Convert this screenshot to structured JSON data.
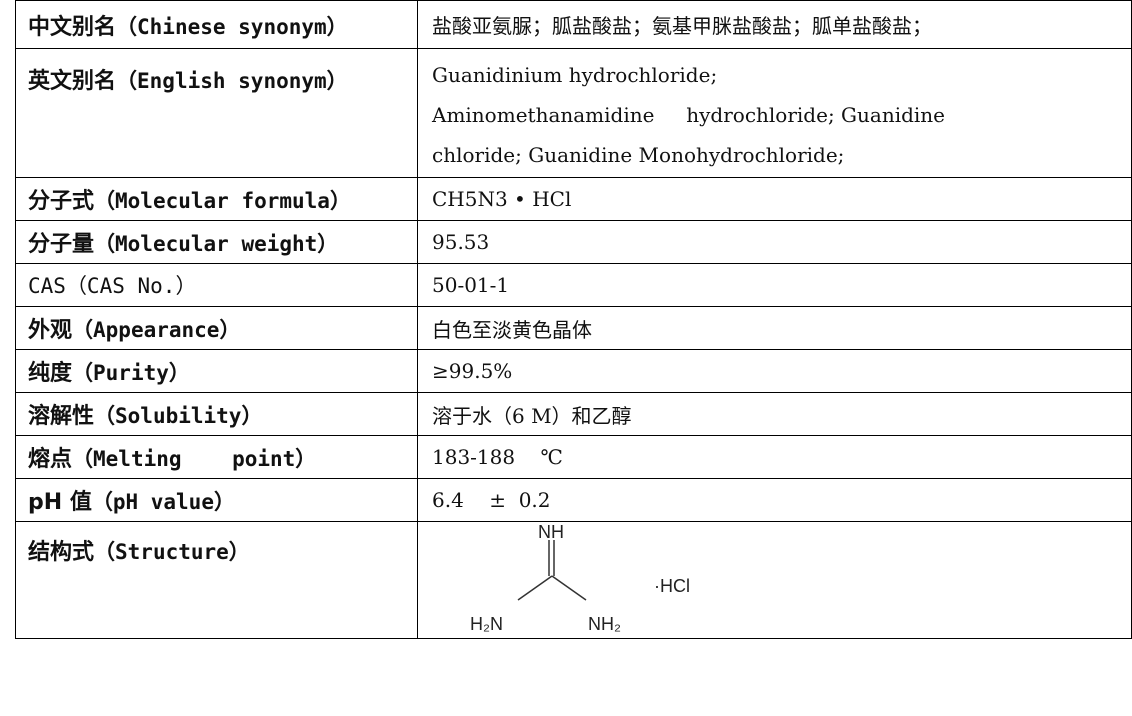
{
  "rows": [
    {
      "zh": "中文别名",
      "en": "（Chinese synonym）",
      "value": "盐酸亚氨脲；胍盐酸盐；氨基甲脒盐酸盐；胍单盐酸盐；"
    },
    {
      "zh": "英文别名",
      "en": "（English synonym）",
      "value_lines": [
        "Guanidinium hydrochloride;",
        "Aminomethanamidine     hydrochloride; Guanidine",
        "chloride; Guanidine Monohydrochloride;"
      ]
    },
    {
      "zh": "分子式",
      "en": "（Molecular formula）",
      "value": "CH5N3 • HCl"
    },
    {
      "zh": "分子量",
      "en": "（Molecular weight）",
      "value": "95.53"
    },
    {
      "zh": "CAS",
      "en": "（CAS No.）",
      "value": "50-01-1"
    },
    {
      "zh": "外观",
      "en": "（Appearance）",
      "value": "白色至淡黄色晶体"
    },
    {
      "zh": "纯度",
      "en": "（Purity）",
      "value": "≥99.5%"
    },
    {
      "zh": "溶解性",
      "en": "（Solubility）",
      "value": "溶于水（6 M）和乙醇"
    },
    {
      "zh": "熔点",
      "en": "（Melting    point）",
      "value": "183-188    ℃"
    },
    {
      "zh": "pH 值",
      "en": "（pH value）",
      "value": "6.4    ±  0.2"
    },
    {
      "zh": "结构式",
      "en": "（Structure）"
    }
  ],
  "structure": {
    "top_group": "NH",
    "left_group": "H₂N",
    "right_group": "NH₂",
    "salt": "·HCl"
  }
}
